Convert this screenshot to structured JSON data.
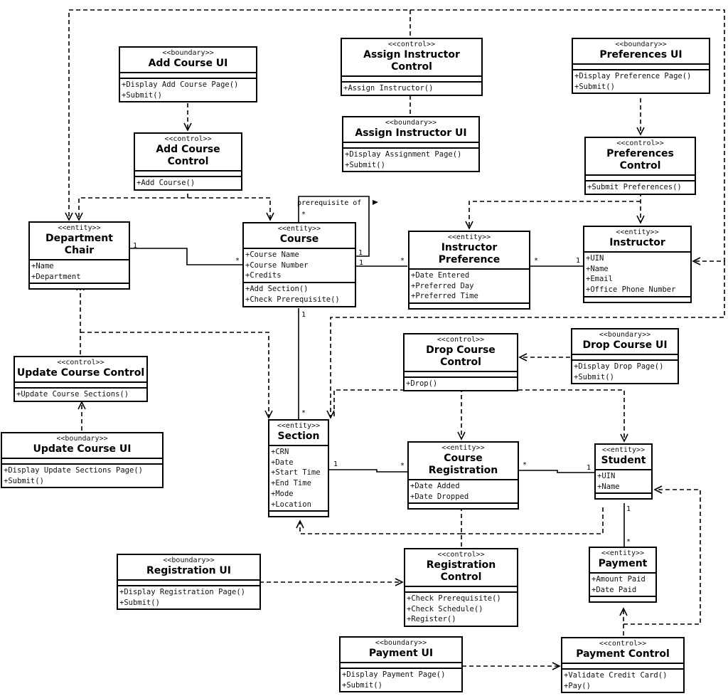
{
  "classes": {
    "add_course_ui": {
      "stereotype": "<<boundary>>",
      "name": "Add Course UI",
      "attributes": [],
      "operations": [
        "+Display Add Course Page()",
        "+Submit()"
      ]
    },
    "add_course_control": {
      "stereotype": "<<control>>",
      "name": "Add Course Control",
      "attributes": [],
      "operations": [
        "+Add Course()"
      ]
    },
    "assign_instructor_control": {
      "stereotype": "<<control>>",
      "name": "Assign Instructor Control",
      "attributes": [],
      "operations": [
        "+Assign Instructor()"
      ]
    },
    "assign_instructor_ui": {
      "stereotype": "<<boundary>>",
      "name": "Assign Instructor UI",
      "attributes": [],
      "operations": [
        "+Display Assignment Page()",
        "+Submit()"
      ]
    },
    "preferences_ui": {
      "stereotype": "<<boundary>>",
      "name": "Preferences UI",
      "attributes": [],
      "operations": [
        "+Display Preference Page()",
        "+Submit()"
      ]
    },
    "preferences_control": {
      "stereotype": "<<control>>",
      "name": "Preferences Control",
      "attributes": [],
      "operations": [
        "+Submit Preferences()"
      ]
    },
    "department_chair": {
      "stereotype": "<<entity>>",
      "name": "Department Chair",
      "attributes": [
        "+Name",
        "+Department"
      ],
      "operations": []
    },
    "course": {
      "stereotype": "<<entity>>",
      "name": "Course",
      "attributes": [
        "+Course Name",
        "+Course Number",
        "+Credits"
      ],
      "operations": [
        "+Add Section()",
        "+Check Prerequisite()"
      ]
    },
    "instructor_preference": {
      "stereotype": "<<entity>>",
      "name": "Instructor Preference",
      "attributes": [
        "+Date Entered",
        "+Preferred Day",
        "+Preferred Time"
      ],
      "operations": []
    },
    "instructor": {
      "stereotype": "<<entity>>",
      "name": "Instructor",
      "attributes": [
        "+UIN",
        "+Name",
        "+Email",
        "+Office Phone Number"
      ],
      "operations": []
    },
    "update_course_control": {
      "stereotype": "<<control>>",
      "name": "Update Course Control",
      "attributes": [],
      "operations": [
        "+Update Course Sections()"
      ]
    },
    "update_course_ui": {
      "stereotype": "<<boundary>>",
      "name": "Update Course UI",
      "attributes": [],
      "operations": [
        "+Display Update Sections Page()",
        "+Submit()"
      ]
    },
    "drop_course_control": {
      "stereotype": "<<control>>",
      "name": "Drop Course Control",
      "attributes": [],
      "operations": [
        "+Drop()"
      ]
    },
    "drop_course_ui": {
      "stereotype": "<<boundary>>",
      "name": "Drop Course UI",
      "attributes": [],
      "operations": [
        "+Display Drop Page()",
        "+Submit()"
      ]
    },
    "section": {
      "stereotype": "<<entity>>",
      "name": "Section",
      "attributes": [
        "+CRN",
        "+Date",
        "+Start Time",
        "+End Time",
        "+Mode",
        "+Location"
      ],
      "operations": []
    },
    "course_registration": {
      "stereotype": "<<entity>>",
      "name": "Course Registration",
      "attributes": [
        "+Date Added",
        "+Date Dropped"
      ],
      "operations": []
    },
    "student": {
      "stereotype": "<<entity>>",
      "name": "Student",
      "attributes": [
        "+UIN",
        "+Name"
      ],
      "operations": []
    },
    "registration_ui": {
      "stereotype": "<<boundary>>",
      "name": "Registration UI",
      "attributes": [],
      "operations": [
        "+Display Registration Page()",
        "+Submit()"
      ]
    },
    "registration_control": {
      "stereotype": "<<control>>",
      "name": "Registration Control",
      "attributes": [],
      "operations": [
        "+Check Prerequisite()",
        "+Check Schedule()",
        "+Register()"
      ]
    },
    "payment": {
      "stereotype": "<<entity>>",
      "name": "Payment",
      "attributes": [
        "+Amount Paid",
        "+Date Paid"
      ],
      "operations": []
    },
    "payment_ui": {
      "stereotype": "<<boundary>>",
      "name": "Payment UI",
      "attributes": [],
      "operations": [
        "+Display Payment Page()",
        "+Submit()"
      ]
    },
    "payment_control": {
      "stereotype": "<<control>>",
      "name": "Payment Control",
      "attributes": [],
      "operations": [
        "+Validate Credit Card()",
        "+Pay()"
      ]
    }
  },
  "labels": {
    "prerequisite_of": "prerequisite of",
    "one": "1",
    "many": "*"
  }
}
